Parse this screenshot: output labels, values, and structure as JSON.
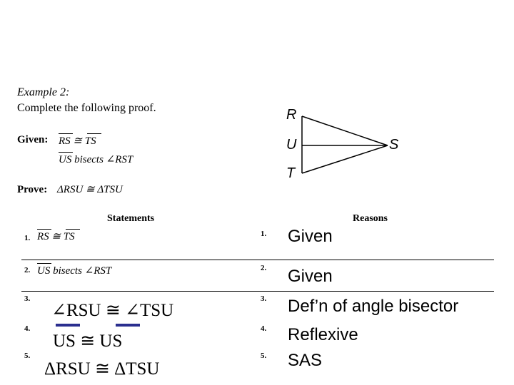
{
  "example": {
    "title": "Example 2:",
    "instruction": "Complete the following proof."
  },
  "given": {
    "label": "Given:",
    "line1": "RS ≅ TS",
    "line2": "US  bisects  ∠RST"
  },
  "prove": {
    "label": "Prove:",
    "statement": "ΔRSU ≅ ΔTSU"
  },
  "headers": {
    "statements": "Statements",
    "reasons": "Reasons"
  },
  "diagram": {
    "labels": [
      "R",
      "U",
      "T",
      "S"
    ]
  },
  "rows": [
    {
      "num_s": "1.",
      "num_r": "1.",
      "statement": "RS ≅ TS",
      "reason": "Given"
    },
    {
      "num_s": "2.",
      "num_r": "2.",
      "statement": "US  bisects  ∠RST",
      "reason": "Given"
    },
    {
      "num_s": "3.",
      "num_r": "3.",
      "statement": "∠RSU ≅  ∠TSU",
      "reason": "Def’n of angle bisector"
    },
    {
      "num_s": "4.",
      "num_r": "4.",
      "statement": "US  ≅  US",
      "reason": "Reflexive"
    },
    {
      "num_s": "5.",
      "num_r": "5.",
      "statement": "ΔRSU ≅ ΔTSU",
      "reason": "SAS"
    }
  ],
  "colors": {
    "bar_mark": "#2b2f8f"
  }
}
